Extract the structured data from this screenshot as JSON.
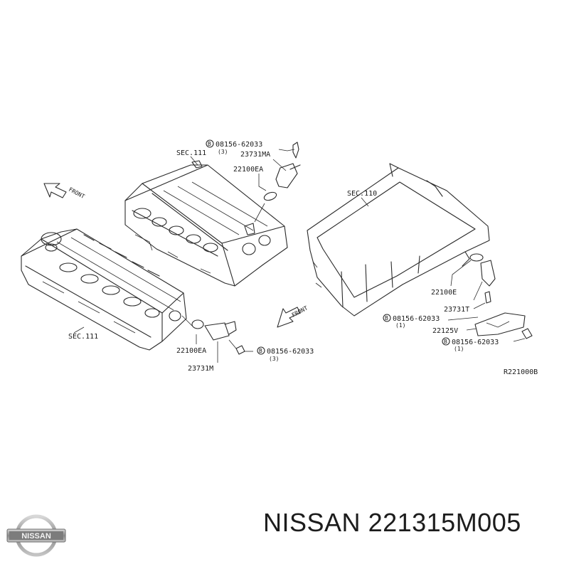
{
  "diagram": {
    "reference": "R221000B",
    "front_label": "FRONT",
    "sections": {
      "left_rear_head": "SEC.111",
      "left_front_head": "SEC.111",
      "oil_pan": "SEC.110"
    },
    "top_group": {
      "bolt_code": "08156-62033",
      "bolt_qty": "(3)",
      "sensor": "23731MA",
      "oring": "22100EA"
    },
    "bottom_group": {
      "oring": "22100EA",
      "sensor": "23731M",
      "bolt_code": "08156-62033",
      "bolt_qty": "(3)"
    },
    "right_group": {
      "oring": "22100E",
      "sensor": "23731T",
      "bolt1_code": "08156-62033",
      "bolt1_qty": "(1)",
      "bracket": "22125V",
      "bolt2_code": "08156-62033",
      "bolt2_qty": "(1)"
    },
    "bolt_marker": "B"
  },
  "caption": {
    "brand": "NISSAN",
    "part_number": "221315M005"
  },
  "logo": {
    "text": "NISSAN"
  },
  "colors": {
    "line": "#2a2a2a",
    "caption": "#1c1c1c",
    "logo_silver": "#9a9a9a"
  }
}
